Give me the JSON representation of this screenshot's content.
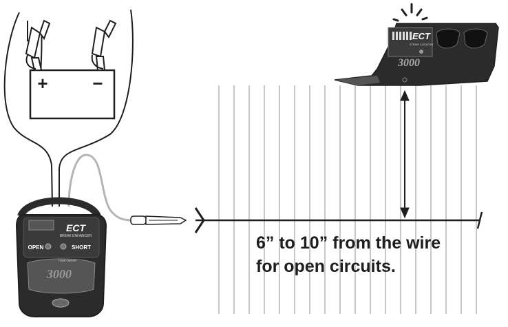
{
  "battery": {
    "positive_label": "+",
    "negative_label": "−"
  },
  "tester_front": {
    "brand": "",
    "model_label": "ECT",
    "subtitle": "BREAK ENHANCER",
    "open_label": "OPEN",
    "short_label": "SHORT",
    "mode_label": "TONE ON/OFF",
    "number": "3000"
  },
  "tester_receiver": {
    "model_label": "ECT",
    "subtitle": "STRIKE LOCATOR",
    "number": "3000"
  },
  "caption": {
    "line1": "6” to 10” from the wire",
    "line2": "for open circuits."
  },
  "colors": {
    "ink": "#1e1e1e",
    "device_body": "#2b2b2b",
    "probe_lead": "#b5b5b5",
    "fence_lines": "#c8c8c8"
  }
}
